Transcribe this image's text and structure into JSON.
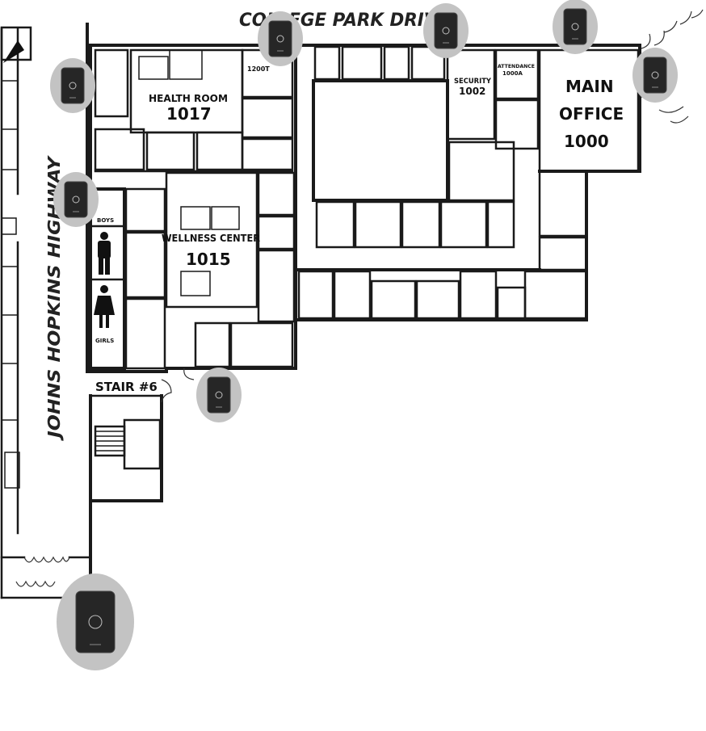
{
  "streets": {
    "top": "COLLEGE PARK DRIVE",
    "left": "JOHNS HOPKINS HIGHWAY"
  },
  "rooms": {
    "health_room": {
      "name": "HEALTH ROOM",
      "number": "1017"
    },
    "wellness_center": {
      "name": "WELLNESS CENTER",
      "number": "1015"
    },
    "security": {
      "name": "SECURITY",
      "number": "1002"
    },
    "main_office": {
      "line1": "MAIN",
      "line2": "OFFICE",
      "number": "1000"
    },
    "small_top_left": {
      "line1": "1200T"
    },
    "attendance": {
      "line1": "ATTENDANCE",
      "line2": "1000A"
    },
    "boys": "BOYS",
    "girls": "GIRLS",
    "stair": "STAIR #6"
  },
  "icons": [
    "card-reader-icon",
    "boys-restroom-icon",
    "girls-restroom-icon",
    "stairs-icon",
    "north-arrow-icon"
  ],
  "colors": {
    "halo": "#c3c3c3",
    "reader": "#262626",
    "wall": "#1a1a1a"
  }
}
